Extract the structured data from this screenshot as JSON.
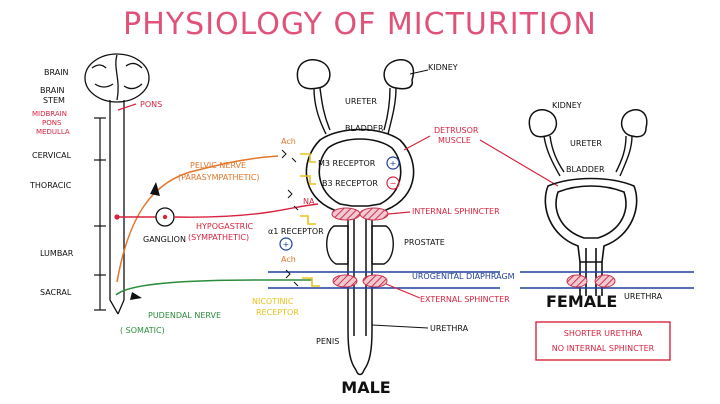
{
  "title": "PHYSIOLOGY OF MICTURITION",
  "colors": {
    "title": "#e0527a",
    "ink": "#111111",
    "orange": "#e2762a",
    "red": "#d9243f",
    "yellow": "#e8c21e",
    "green": "#2c8c3e",
    "blue": "#1f3f9c",
    "pink": "#e24a72",
    "hatch": "#c9354f"
  },
  "spinal_levels": {
    "brain": "BRAIN",
    "brain_stem_1": "BRAIN",
    "brain_stem_2": "STEM",
    "midbrain_1": "MIDBRAIN",
    "midbrain_2": "PONS",
    "midbrain_3": "MEDULLA",
    "cervical": "CERVICAL",
    "thoracic": "THORACIC",
    "lumbar": "LUMBAR",
    "sacral": "SACRAL",
    "pons": "PONS"
  },
  "nerves": {
    "pelvic_1": "PELVIC NERVE",
    "pelvic_2": "(PARASYMPATHETIC)",
    "hypogastric_1": "HYPOGASTRIC",
    "hypogastric_2": "(SYMPATHETIC)",
    "ganglion": "GANGLION",
    "pudendal_1": "PUDENDAL NERVE",
    "pudendal_2": "( SOMATIC)"
  },
  "male": {
    "kidney": "KIDNEY",
    "ureter": "URETER",
    "bladder": "BLADDER",
    "detrusor_1": "DETRUSOR",
    "detrusor_2": "MUSCLE",
    "ach_top": "Ach",
    "m3": "M3 RECEPTOR",
    "b3": "B3 RECEPTOR",
    "na": "NA",
    "alpha1": "α1 RECEPTOR",
    "internal_sphincter": "INTERNAL SPHINCTER",
    "prostate": "PROSTATE",
    "ach_bottom": "Ach",
    "urogenital": "UROGENITAL DIAPHRAGM",
    "nicotinic_1": "NICOTINIC",
    "nicotinic_2": "RECEPTOR",
    "external_sphincter": "EXTERNAL SPHINCTER",
    "urethra": "URETHRA",
    "penis": "PENIS",
    "label": "MALE",
    "plus_top": "+",
    "minus": "−",
    "plus_alpha": "+"
  },
  "female": {
    "kidney": "KIDNEY",
    "ureter": "URETER",
    "bladder": "BLADDER",
    "label": "FEMALE",
    "urethra": "URETHRA",
    "note_1": "SHORTER URETHRA",
    "note_2": "NO INTERNAL SPHINCTER"
  }
}
